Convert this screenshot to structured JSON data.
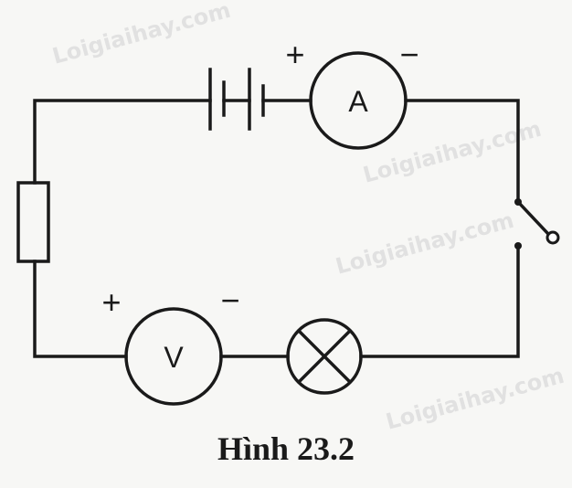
{
  "caption": "Hình 23.2",
  "watermark": "Loigiaihay.com",
  "components": {
    "ammeter": {
      "symbol": "A",
      "plus": "+",
      "minus": "−"
    },
    "voltmeter": {
      "symbol": "V",
      "plus": "+",
      "minus": "−"
    },
    "battery": "battery-two-cells",
    "resistor": "resistor",
    "lamp": "lamp",
    "switch": "switch-open"
  }
}
